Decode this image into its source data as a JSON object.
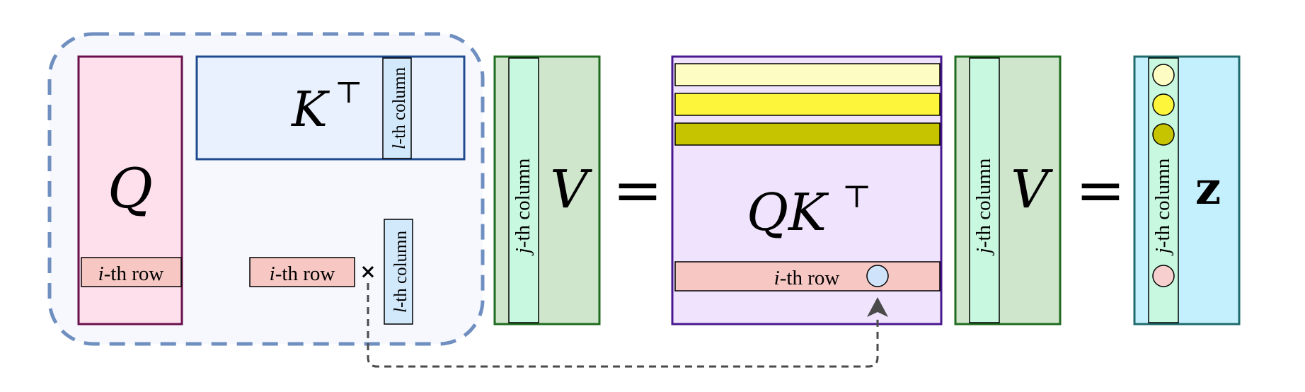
{
  "symbols": {
    "q": "Q",
    "k": "K",
    "transpose": "⊤",
    "v": "V",
    "qk_q": "Q",
    "qk_k": "K",
    "z": "z",
    "equals": "=",
    "times": "×"
  },
  "labels": {
    "i_var": "i",
    "l_var": "l",
    "j_var": "j",
    "row_suffix": "-th row",
    "column_suffix": "-th column"
  },
  "colors": {
    "group_fill": "#f6f8fe",
    "group_stroke": "#6f8fc0",
    "q_fill": "#fde0ec",
    "q_stroke": "#6a0f4c",
    "k_fill": "#eaf1fe",
    "k_stroke": "#1f4b8e",
    "v_fill": "#cfe6cc",
    "v_stroke": "#1f6b1f",
    "column_fill": "#c9f8e0",
    "column_blue_fill": "#d2e9fb",
    "row_fill": "#f6c7c3",
    "qk_fill": "#efe3fd",
    "qk_stroke": "#4a188e",
    "band_light": "#fdfcc3",
    "band_mid": "#fdf53b",
    "band_dark": "#c6c300",
    "z_fill": "#c4f0fd",
    "z_stroke": "#1f6b6b",
    "circle_blue": "#cfe3fb",
    "circle_pink": "#f7cfcf",
    "arrow": "#4a4a4a"
  }
}
